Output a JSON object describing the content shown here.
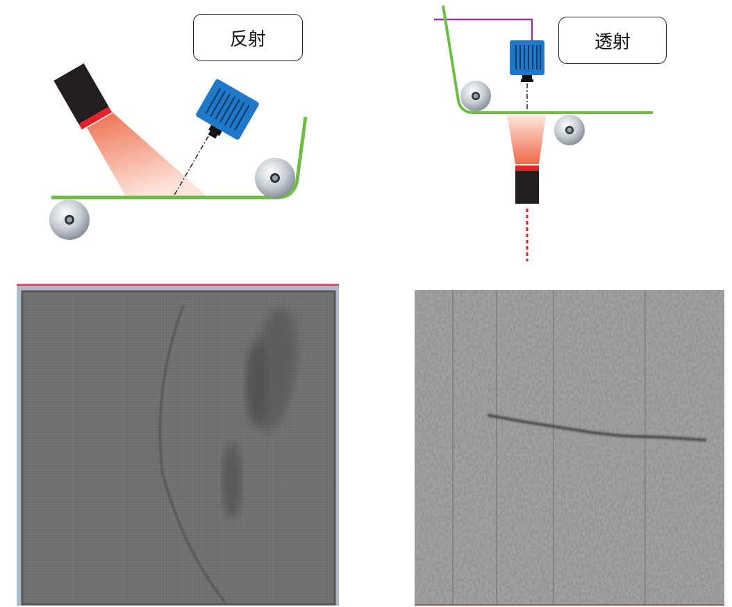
{
  "diagrams": {
    "reflection": {
      "label": "反射",
      "description": "Light source and camera on same side of web; camera captures reflected light"
    },
    "transmission": {
      "label": "透射",
      "description": "Light source below web, camera above; camera captures transmitted light"
    }
  },
  "sample_images": {
    "reflection_image": {
      "caption": "",
      "defect": "curved scratch line and dark smudge streaks"
    },
    "transmission_image": {
      "caption": "",
      "defect": "horizontal dark crack line"
    }
  },
  "colors": {
    "web": "#6dbd45",
    "camera_body": "#1f78c8",
    "light_body": "#231f20",
    "light_ring": "#e8202a",
    "beam_top": "#ef6a4a",
    "beam_bottom": "#fde5dc",
    "signal_line": "#8e3c97",
    "roller": "#c9cfd6"
  }
}
